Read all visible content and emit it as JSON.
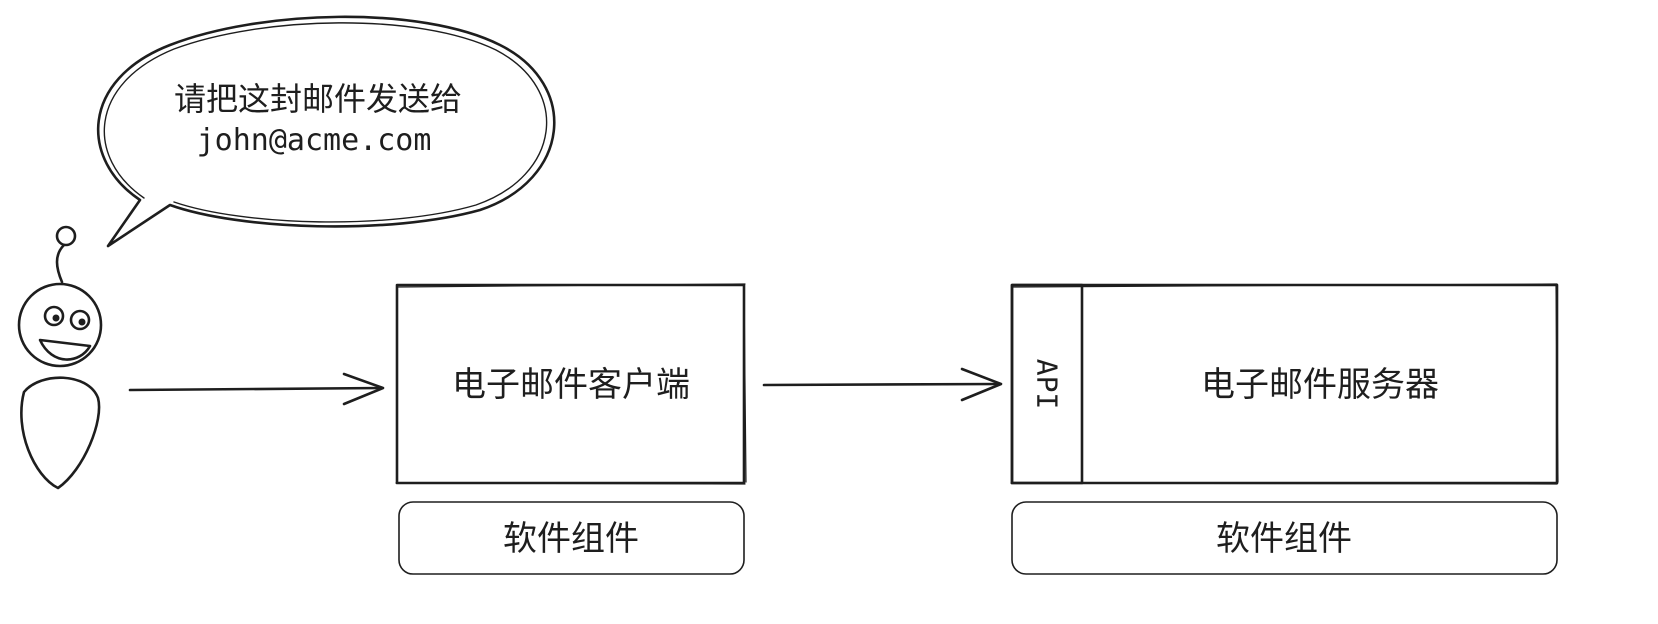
{
  "speech": {
    "line1": "请把这封邮件发送给",
    "line2": "john@acme.com"
  },
  "client": {
    "label": "电子邮件客户端",
    "tag": "软件组件"
  },
  "server": {
    "label": "电子邮件服务器",
    "api_label": "API",
    "tag": "软件组件"
  },
  "colors": {
    "ink": "#1e1e1e",
    "api_fill": "#fbe38e",
    "tag_fill": "#f0f0f0",
    "box_fill": "#ffffff"
  },
  "icons": {
    "user": "robot-person-icon"
  }
}
